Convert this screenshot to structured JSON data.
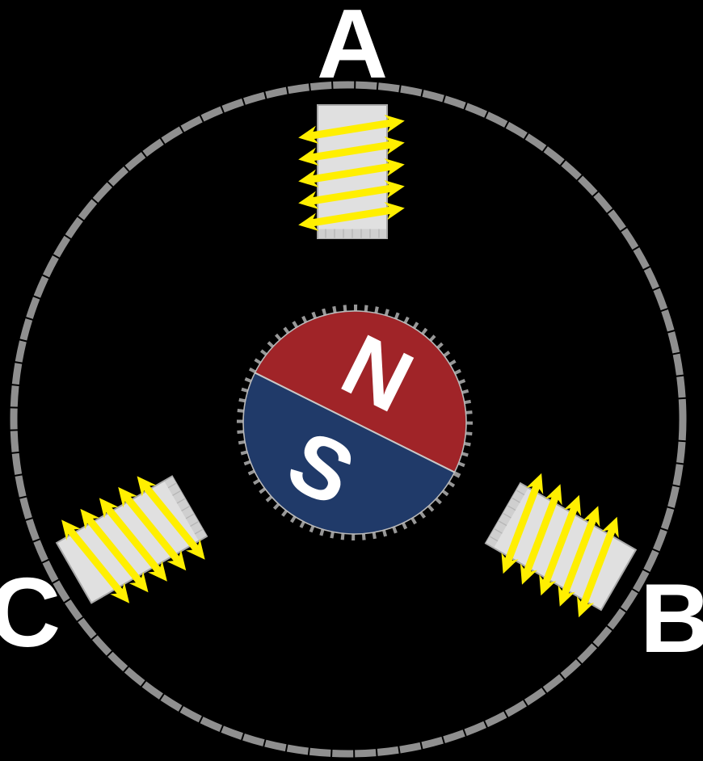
{
  "figure": {
    "background_color": "#000000",
    "description": "three-phase motor stator with rotor"
  },
  "stator": {
    "ring_color": "#8f8f8f",
    "labels": {
      "phase_a": "A",
      "phase_b": "B",
      "phase_c": "C"
    },
    "label_color": "#ffffff",
    "coil": {
      "turns": 5,
      "core_color": "#e0e0e0",
      "core_edge_color": "#a9a9a9",
      "lamination_color": "#bdbdbd",
      "winding_color": "#ffef00"
    }
  },
  "rotor": {
    "labels": {
      "north": "N",
      "south": "S"
    },
    "label_color": "#ffffff",
    "north_color": "#a02428",
    "south_color": "#203a69",
    "outline_color": "#b9b9b9",
    "dash_ring_color": "#979797",
    "rotation_deg": 26.5
  }
}
